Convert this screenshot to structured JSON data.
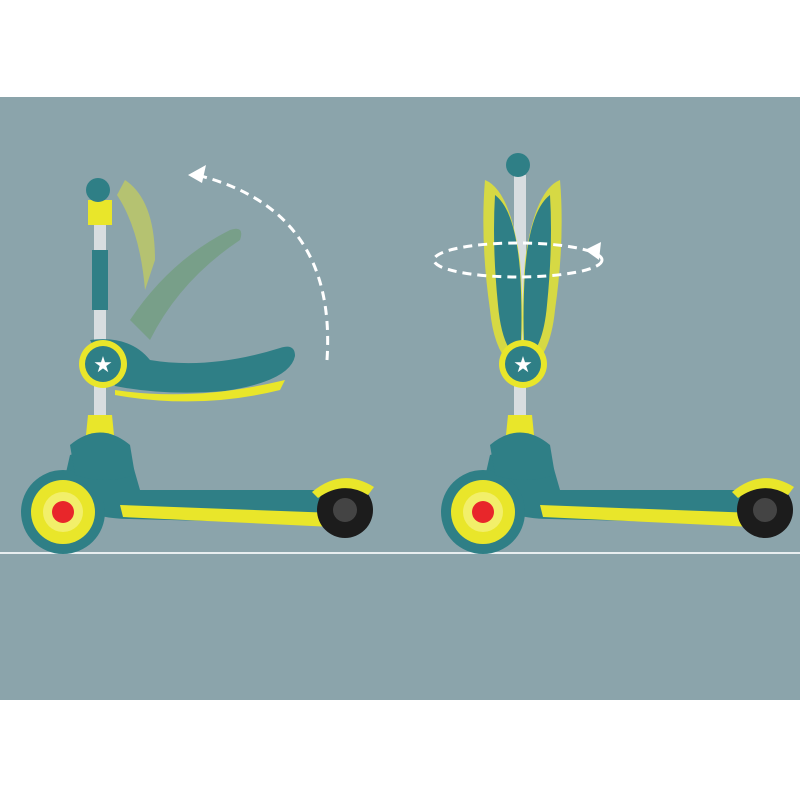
{
  "colors": {
    "background": "#8ba4ab",
    "floor_line": "#e8eef0",
    "teal": "#2f7f86",
    "teal_dark": "#1f5e66",
    "yellow": "#e9e62a",
    "red": "#e8262a",
    "arrow": "#ffffff"
  },
  "scenes": [
    {
      "name": "seat-fold-down",
      "arrow": "curved-arrow"
    },
    {
      "name": "seat-rotate",
      "arrow": "rotate-arrow"
    }
  ]
}
